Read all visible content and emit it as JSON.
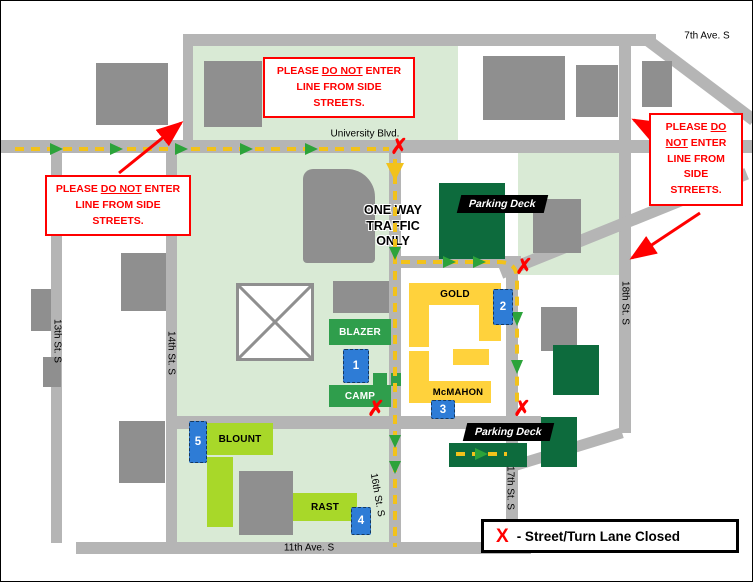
{
  "streets": {
    "ave7": "7th Ave. S",
    "university": "University Blvd.",
    "ave11": "11th Ave. S",
    "st13": "13th St. S",
    "st14": "14th St. S",
    "st16": "16th St. S",
    "st17": "17th St. S",
    "st18": "18th St. S"
  },
  "buildings": {
    "gold": "GOLD",
    "blazer": "BLAZER",
    "camp": "CAMP",
    "mcmahon": "McMAHON",
    "blount": "BLOUNT",
    "rast": "RAST"
  },
  "markers": {
    "m1": "1",
    "m2": "2",
    "m3": "3",
    "m4": "4",
    "m5": "5"
  },
  "annotations": {
    "one_way_line1": "ONE WAY",
    "one_way_line2": "TRAFFIC ONLY",
    "parking_deck": "Parking Deck",
    "closed_x": "✗"
  },
  "callout": {
    "p1": "PLEASE ",
    "p2": "DO NOT",
    "p3": " ENTER LINE FROM SIDE STREETS."
  },
  "legend": {
    "symbol": "X",
    "label": "- Street/Turn Lane Closed"
  },
  "colors": {
    "route_yellow": "#f2c21b",
    "arrow_green": "#2ca33a",
    "closed_red": "#ff0000",
    "campus_green": "#d9ead5",
    "street_gray": "#b5b5b5",
    "building_gray": "#8f8f8f",
    "dark_green": "#0d6b3d",
    "gold_yellow": "#ffd23c",
    "mid_green": "#2f9e4c",
    "lime_green": "#a8d829",
    "marker_blue": "#2e7cd6"
  }
}
